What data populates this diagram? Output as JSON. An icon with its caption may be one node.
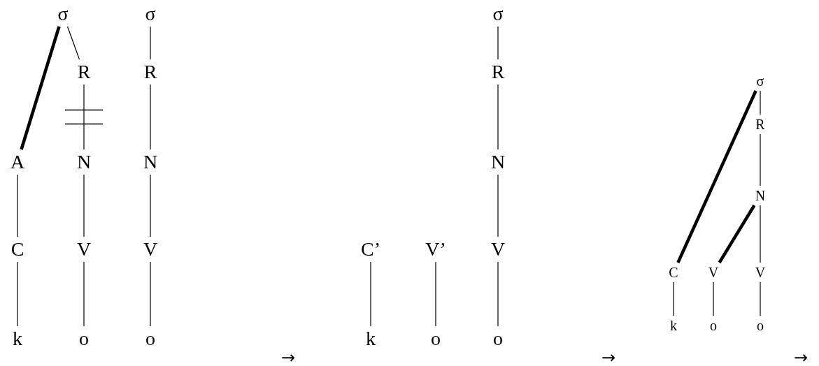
{
  "diagram": {
    "nodes": [
      {
        "text": [
          "σ"
        ]
      },
      {
        "text": [
          "R"
        ]
      },
      {
        "text": [
          "A"
        ]
      },
      {
        "text": [
          "N"
        ]
      },
      {
        "text": [
          "C"
        ]
      },
      {
        "text": [
          "V"
        ]
      },
      {
        "text": [
          "k"
        ]
      },
      {
        "text": [
          "o"
        ]
      },
      {
        "text": [
          "σ"
        ]
      },
      {
        "text": [
          "R"
        ]
      },
      {
        "text": [
          "N"
        ]
      },
      {
        "text": [
          "V"
        ]
      },
      {
        "text": [
          "o"
        ]
      },
      {
        "text": [
          "C’"
        ]
      },
      {
        "text": [
          "V’"
        ]
      },
      {
        "text": [
          "σ"
        ]
      },
      {
        "text": [
          "R"
        ]
      },
      {
        "text": [
          "N"
        ]
      },
      {
        "text": [
          "V"
        ]
      },
      {
        "text": [
          "k"
        ]
      },
      {
        "text": [
          "o"
        ]
      },
      {
        "text": [
          "o"
        ]
      },
      {
        "text": [
          "σ"
        ]
      },
      {
        "text": [
          "R"
        ]
      },
      {
        "text": [
          "N"
        ]
      },
      {
        "text": [
          "C"
        ]
      },
      {
        "text": [
          "V"
        ]
      },
      {
        "text": [
          "V"
        ]
      },
      {
        "text": [
          "k"
        ]
      },
      {
        "text": [
          "o"
        ]
      },
      {
        "text": [
          "o"
        ]
      }
    ],
    "edges": [
      {
        "from": 0,
        "to": 2,
        "arrow": "none",
        "style": "thick"
      },
      {
        "from": 0,
        "to": 1,
        "arrow": "none"
      },
      {
        "from": 1,
        "to": 3,
        "arrow": "none"
      },
      {
        "from": 2,
        "to": 4,
        "arrow": "none"
      },
      {
        "from": 3,
        "to": 5,
        "arrow": "none"
      },
      {
        "from": 4,
        "to": 6,
        "arrow": "none"
      },
      {
        "from": 5,
        "to": 7,
        "arrow": "none"
      },
      {
        "from": 8,
        "to": 9,
        "arrow": "none"
      },
      {
        "from": 9,
        "to": 10,
        "arrow": "none"
      },
      {
        "from": 10,
        "to": 11,
        "arrow": "none"
      },
      {
        "from": 11,
        "to": 12,
        "arrow": "none"
      },
      {
        "from": 13,
        "to": 19,
        "arrow": "none"
      },
      {
        "from": 14,
        "to": 20,
        "arrow": "none"
      },
      {
        "from": 15,
        "to": 16,
        "arrow": "none"
      },
      {
        "from": 16,
        "to": 17,
        "arrow": "none"
      },
      {
        "from": 17,
        "to": 18,
        "arrow": "none"
      },
      {
        "from": 18,
        "to": 21,
        "arrow": "none"
      },
      {
        "from": 22,
        "to": 25,
        "arrow": "none",
        "style": "thick"
      },
      {
        "from": 22,
        "to": 23,
        "arrow": "none"
      },
      {
        "from": 23,
        "to": 24,
        "arrow": "none"
      },
      {
        "from": 24,
        "to": 26,
        "arrow": "none",
        "style": "thick"
      },
      {
        "from": 24,
        "to": 27,
        "arrow": "none"
      },
      {
        "from": 25,
        "to": 28,
        "arrow": "none"
      },
      {
        "from": 26,
        "to": 29,
        "arrow": "none"
      },
      {
        "from": 27,
        "to": 30,
        "arrow": "none"
      }
    ],
    "labels": [
      "→",
      "→",
      "→"
    ]
  }
}
